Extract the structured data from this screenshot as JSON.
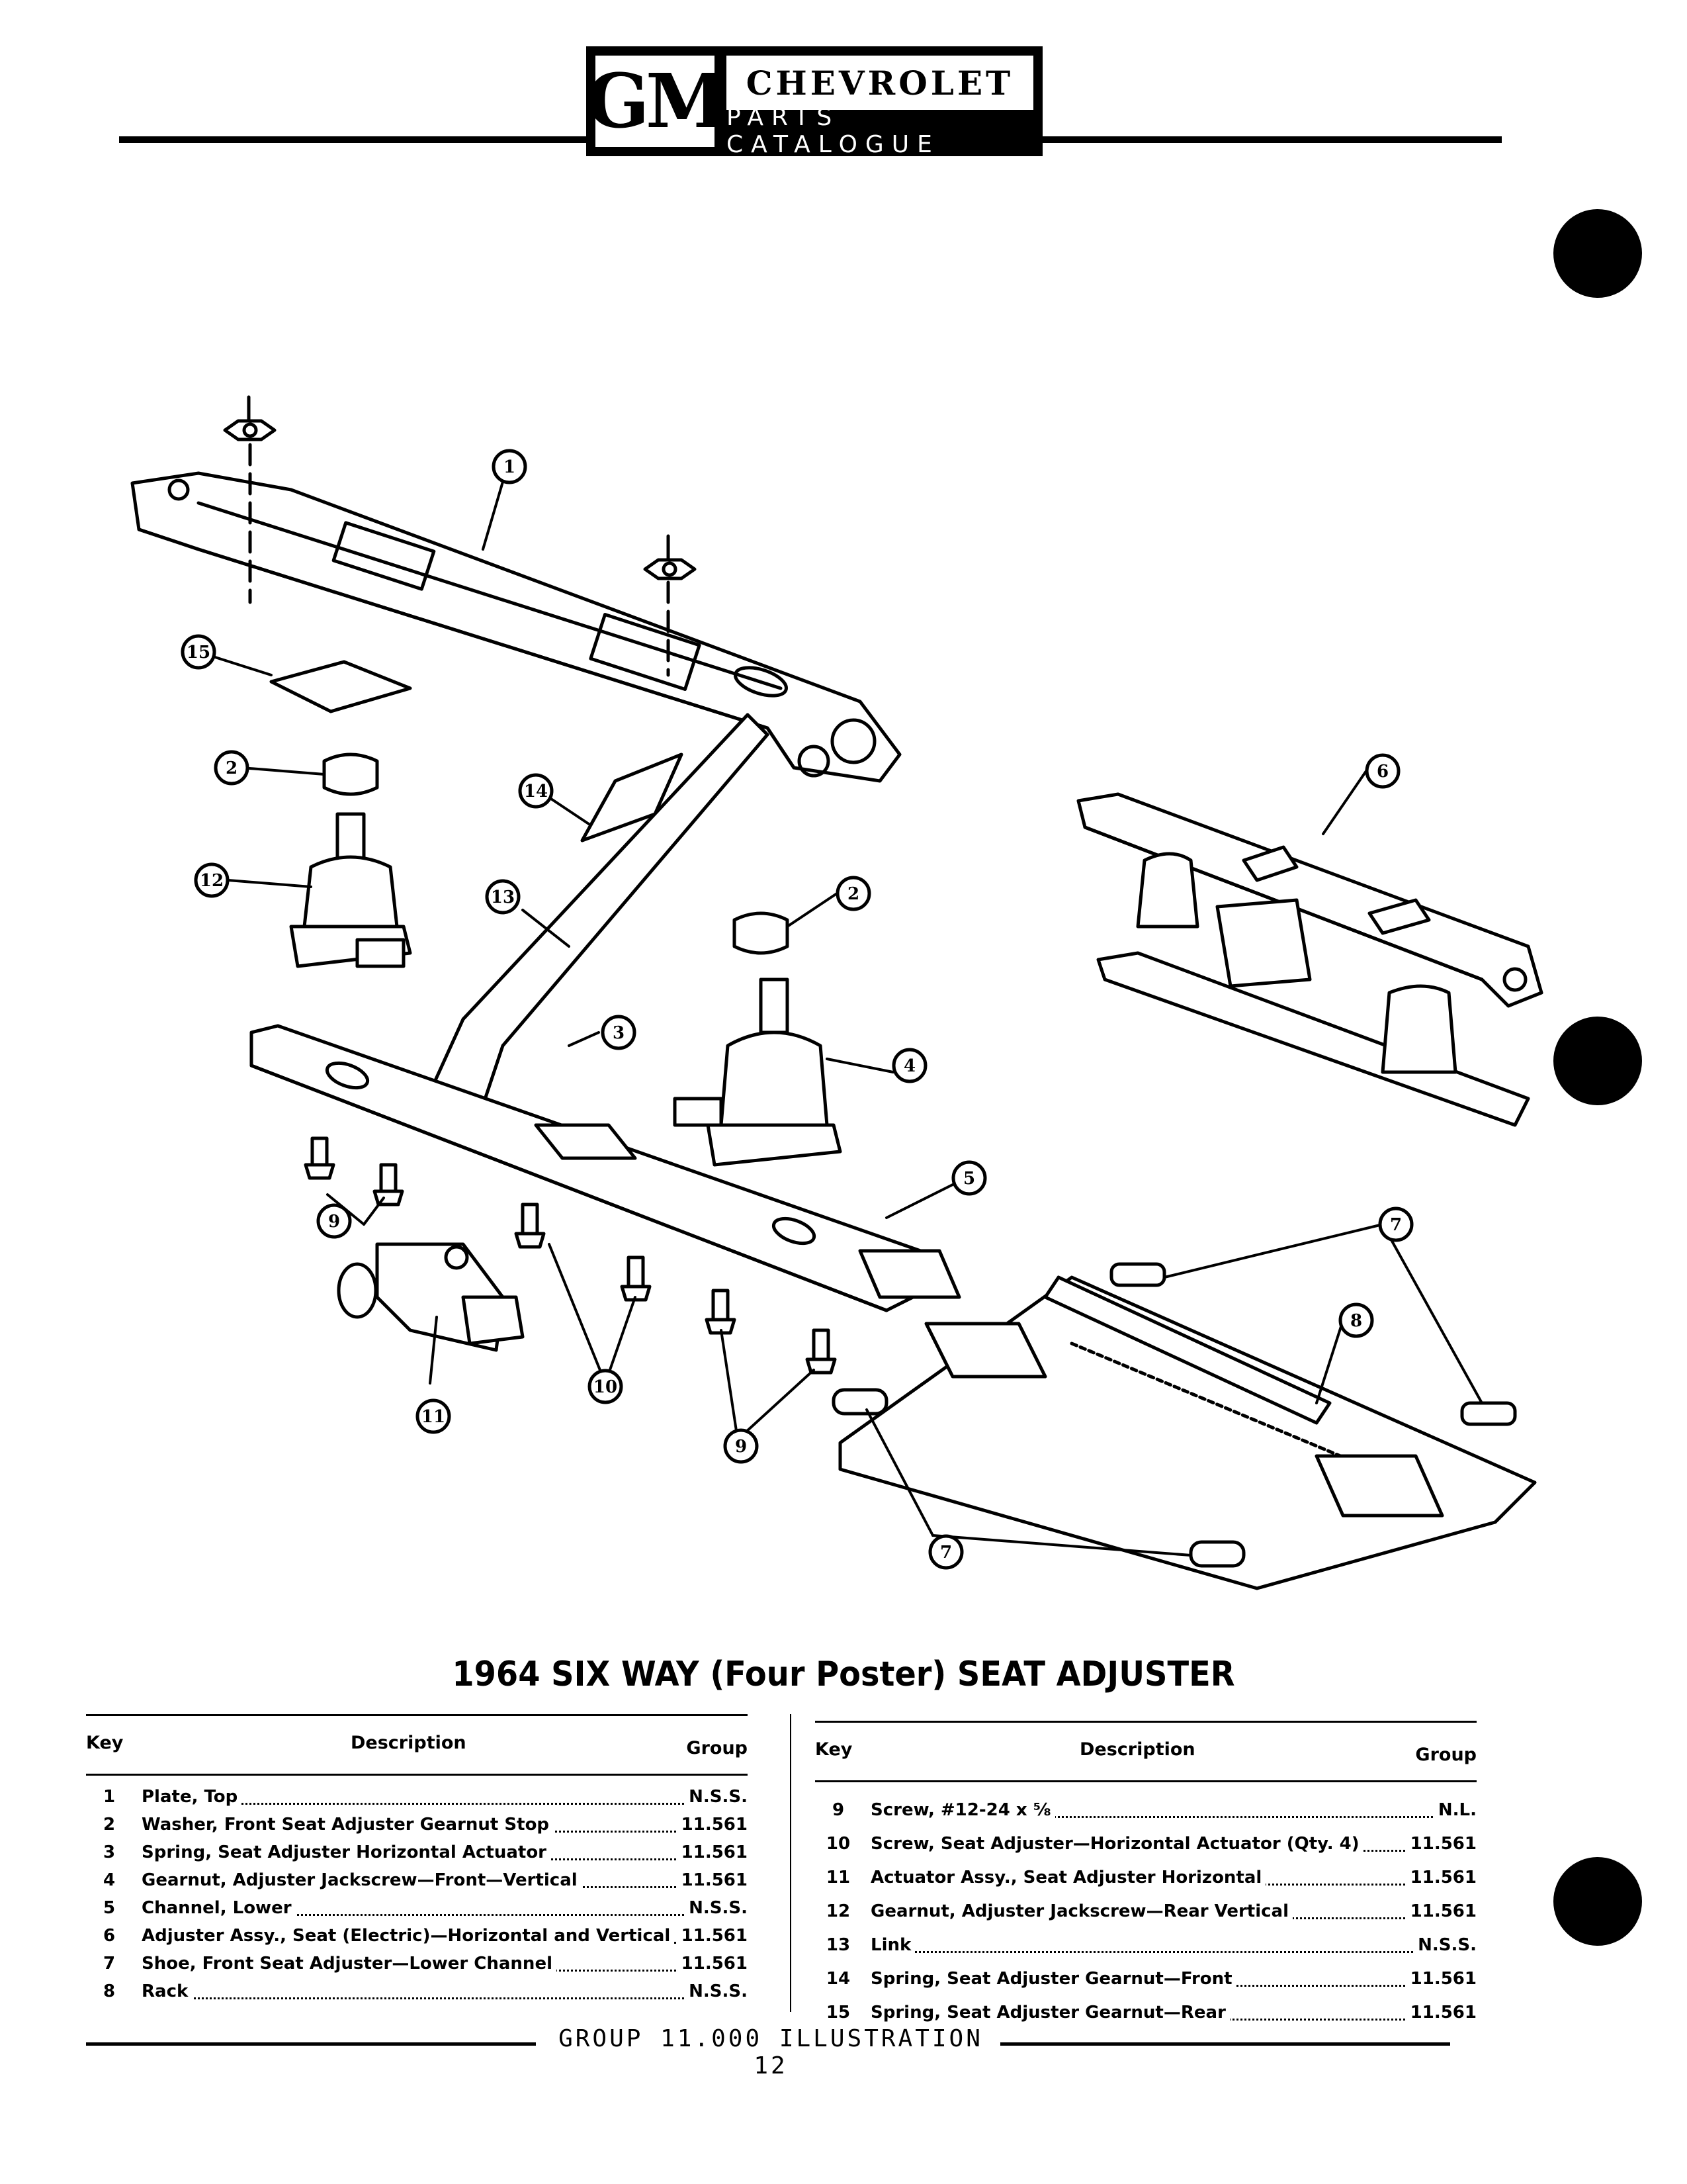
{
  "header": {
    "logo_text": "GM",
    "brand": "CHEVROLET",
    "subtitle": "PARTS CATALOGUE"
  },
  "diagram": {
    "callouts": [
      "1",
      "2",
      "2",
      "3",
      "4",
      "5",
      "6",
      "7",
      "7",
      "8",
      "9",
      "9",
      "10",
      "11",
      "12",
      "13",
      "14",
      "15"
    ]
  },
  "figure_title": "1964 SIX WAY (Four Poster) SEAT ADJUSTER",
  "parts_table": {
    "headers": {
      "key": "Key",
      "description": "Description",
      "group": "Group"
    },
    "left": [
      {
        "key": "1",
        "description": "Plate, Top",
        "group": "N.S.S."
      },
      {
        "key": "2",
        "description": "Washer, Front Seat Adjuster Gearnut Stop",
        "group": "11.561"
      },
      {
        "key": "3",
        "description": "Spring, Seat Adjuster Horizontal Actuator",
        "group": "11.561"
      },
      {
        "key": "4",
        "description": "Gearnut, Adjuster Jackscrew—Front—Vertical",
        "group": "11.561"
      },
      {
        "key": "5",
        "description": "Channel, Lower",
        "group": "N.S.S."
      },
      {
        "key": "6",
        "description": "Adjuster Assy., Seat (Electric)—Horizontal and Vertical",
        "group": "11.561"
      },
      {
        "key": "7",
        "description": "Shoe, Front Seat Adjuster—Lower Channel",
        "group": "11.561"
      },
      {
        "key": "8",
        "description": "Rack",
        "group": "N.S.S."
      }
    ],
    "right": [
      {
        "key": "9",
        "description": "Screw, #12-24 x ⅝",
        "group": "N.L."
      },
      {
        "key": "10",
        "description": "Screw, Seat Adjuster—Horizontal Actuator (Qty. 4)",
        "group": "11.561"
      },
      {
        "key": "11",
        "description": "Actuator Assy., Seat Adjuster Horizontal",
        "group": "11.561"
      },
      {
        "key": "12",
        "description": "Gearnut, Adjuster Jackscrew—Rear Vertical",
        "group": "11.561"
      },
      {
        "key": "13",
        "description": "Link",
        "group": "N.S.S."
      },
      {
        "key": "14",
        "description": "Spring, Seat Adjuster Gearnut—Front",
        "group": "11.561"
      },
      {
        "key": "15",
        "description": "Spring, Seat Adjuster Gearnut—Rear",
        "group": "11.561"
      }
    ]
  },
  "footer": "GROUP 11.000 ILLUSTRATION 12"
}
